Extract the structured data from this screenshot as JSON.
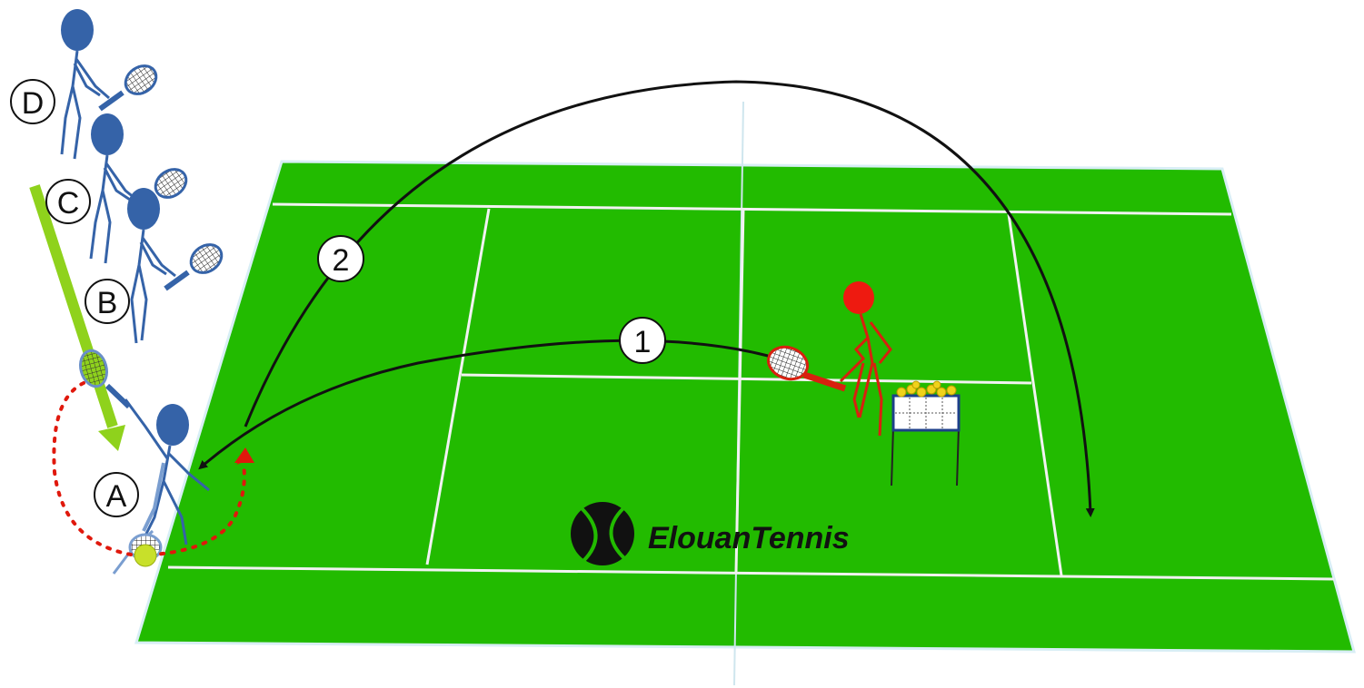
{
  "diagram": {
    "brand": {
      "name": "ElouanTennis"
    },
    "colors": {
      "court": "#22bb00",
      "court_lines": "#f2f2f2",
      "player": "#3563a8",
      "coach": "#e01a12",
      "trajectory": "#111111",
      "movement_arrow": "#8fd21c",
      "swing_path": "#e0180c",
      "ball": "#c8e02a"
    },
    "positions": [
      {
        "label": "A"
      },
      {
        "label": "B"
      },
      {
        "label": "C"
      },
      {
        "label": "D"
      }
    ],
    "steps": [
      {
        "label": "1"
      },
      {
        "label": "2"
      }
    ],
    "icons": [
      "tennis-ball-logo-icon",
      "ball-basket-icon",
      "racket-icon"
    ]
  }
}
